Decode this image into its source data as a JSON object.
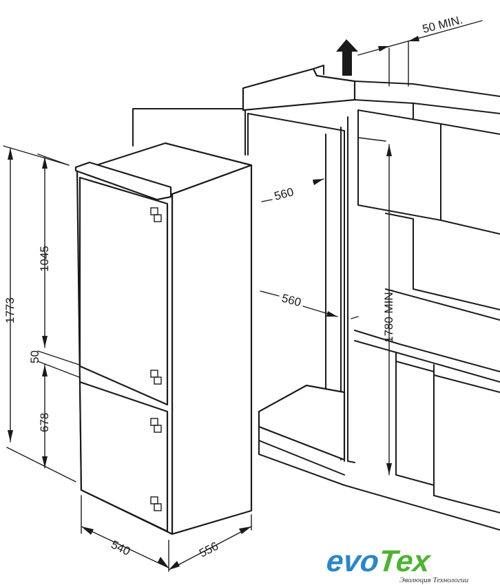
{
  "dimensions": {
    "total_height": "1773",
    "upper_door": "1045",
    "gap": "50",
    "lower_door": "678",
    "width": "540",
    "depth": "556",
    "niche_depth_top": "560",
    "niche_depth_mid": "560",
    "niche_height": "1780 MIN.",
    "vent_gap": "50 MIN."
  },
  "logo": {
    "brand_part1": "evo",
    "brand_part2": "Tex",
    "tagline": "Эволюция Технологии",
    "colors": {
      "part1": "#2b86c8",
      "part2": "#4fb233"
    }
  }
}
